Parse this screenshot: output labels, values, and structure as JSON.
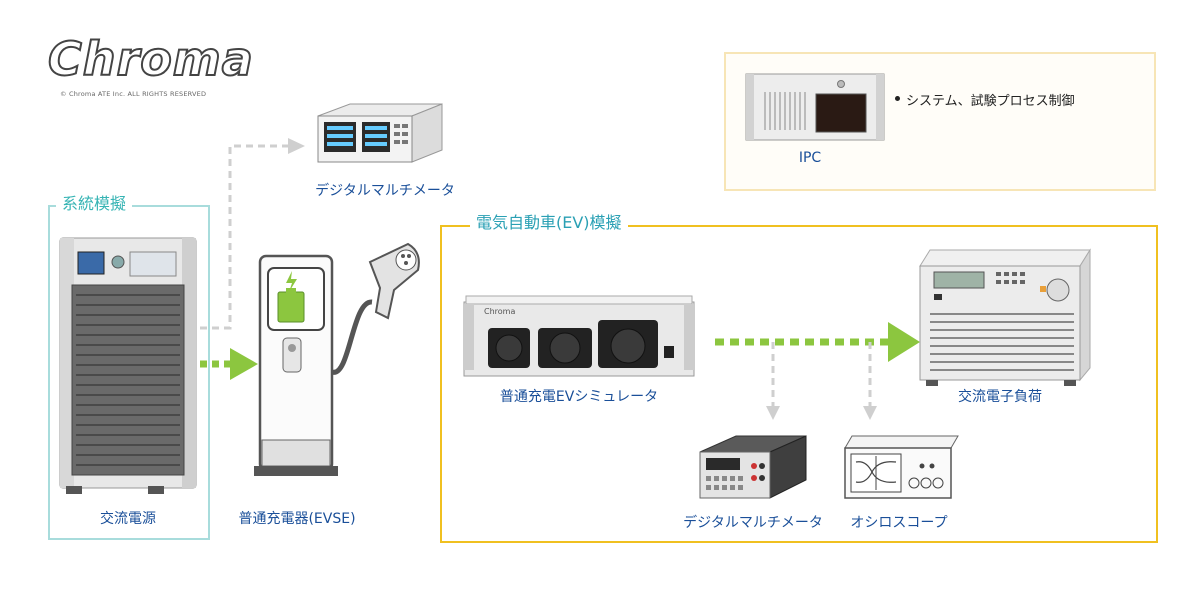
{
  "brand": {
    "logo_text": "Chroma",
    "copyright": "© Chroma ATE Inc. ALL RIGHTS RESERVED"
  },
  "groups": {
    "system_sim": "系統模擬",
    "ev_sim": "電気自動車(EV)模擬"
  },
  "devices": {
    "ac_source": "交流電源",
    "evse": "普通充電器(EVSE)",
    "meter_top": "デジタルマルチメータ",
    "ev_simulator": "普通充電EVシミュレータ",
    "ac_load": "交流電子負荷",
    "meter_bottom": "デジタルマルチメータ",
    "oscilloscope": "オシロスコープ",
    "ipc": "IPC"
  },
  "ipc_note": "システム、試験プロセス制御",
  "colors": {
    "system_border": "#a8dcdc",
    "ev_border": "#f0c020",
    "ipc_border": "#f7e5b6",
    "power_arrow": "#8cc63f",
    "signal_arrow": "#c8c8c8",
    "label_text": "#1a4f99"
  },
  "icons": [
    "chroma-logo",
    "ac-power-source",
    "power-meter",
    "ev-charger",
    "charging-plug",
    "ev-simulator",
    "ac-electronic-load",
    "digital-multimeter",
    "oscilloscope",
    "industrial-pc"
  ]
}
